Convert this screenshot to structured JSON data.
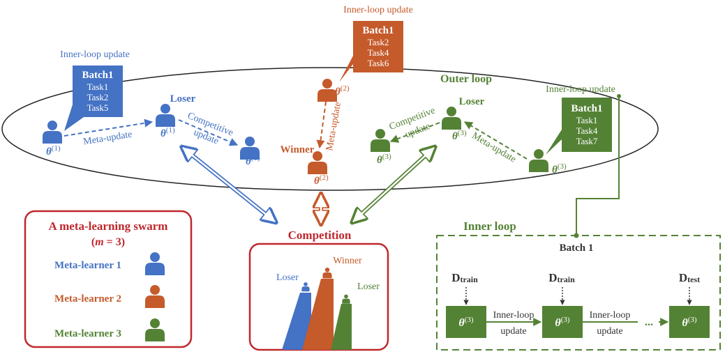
{
  "colors": {
    "blue": "#4472C4",
    "orange": "#C55A2B",
    "green": "#548235",
    "red": "#C0272D",
    "black": "#222222"
  },
  "outer_loop_label": "Outer loop",
  "inner_loop_label": "Inner loop",
  "inner_loop_update": "Inner-loop update",
  "meta_update": "Meta-update",
  "competitive_update": {
    "line1": "Competitive",
    "line2": "update"
  },
  "loser": "Loser",
  "winner": "Winner",
  "theta1": {
    "base": "θ",
    "sup": "(1)"
  },
  "theta2": {
    "base": "θ",
    "sup": "(2)"
  },
  "theta3": {
    "base": "θ",
    "sup": "(3)"
  },
  "batches": {
    "blue": {
      "title": "Batch1",
      "tasks": [
        "Task1",
        "Task2",
        "Task5"
      ]
    },
    "orange": {
      "title": "Batch1",
      "tasks": [
        "Task2",
        "Task4",
        "Task6"
      ]
    },
    "green": {
      "title": "Batch1",
      "tasks": [
        "Task1",
        "Task4",
        "Task7"
      ]
    }
  },
  "competition": {
    "title": "Competition",
    "loser_left": "Loser",
    "winner": "Winner",
    "loser_right": "Loser"
  },
  "swarm": {
    "title": "A meta-learning swarm",
    "m_label": {
      "m": "m",
      "rest": " = 3"
    },
    "learners": [
      "Meta-learner 1",
      "Meta-learner 2",
      "Meta-learner 3"
    ]
  },
  "inner": {
    "batch_label": "Batch 1",
    "d_train": {
      "base": "D",
      "sub": "train"
    },
    "d_test": {
      "base": "D",
      "sub": "test"
    },
    "update_line1": "Inner-loop",
    "update_line2": "update",
    "ellipsis": "..."
  }
}
